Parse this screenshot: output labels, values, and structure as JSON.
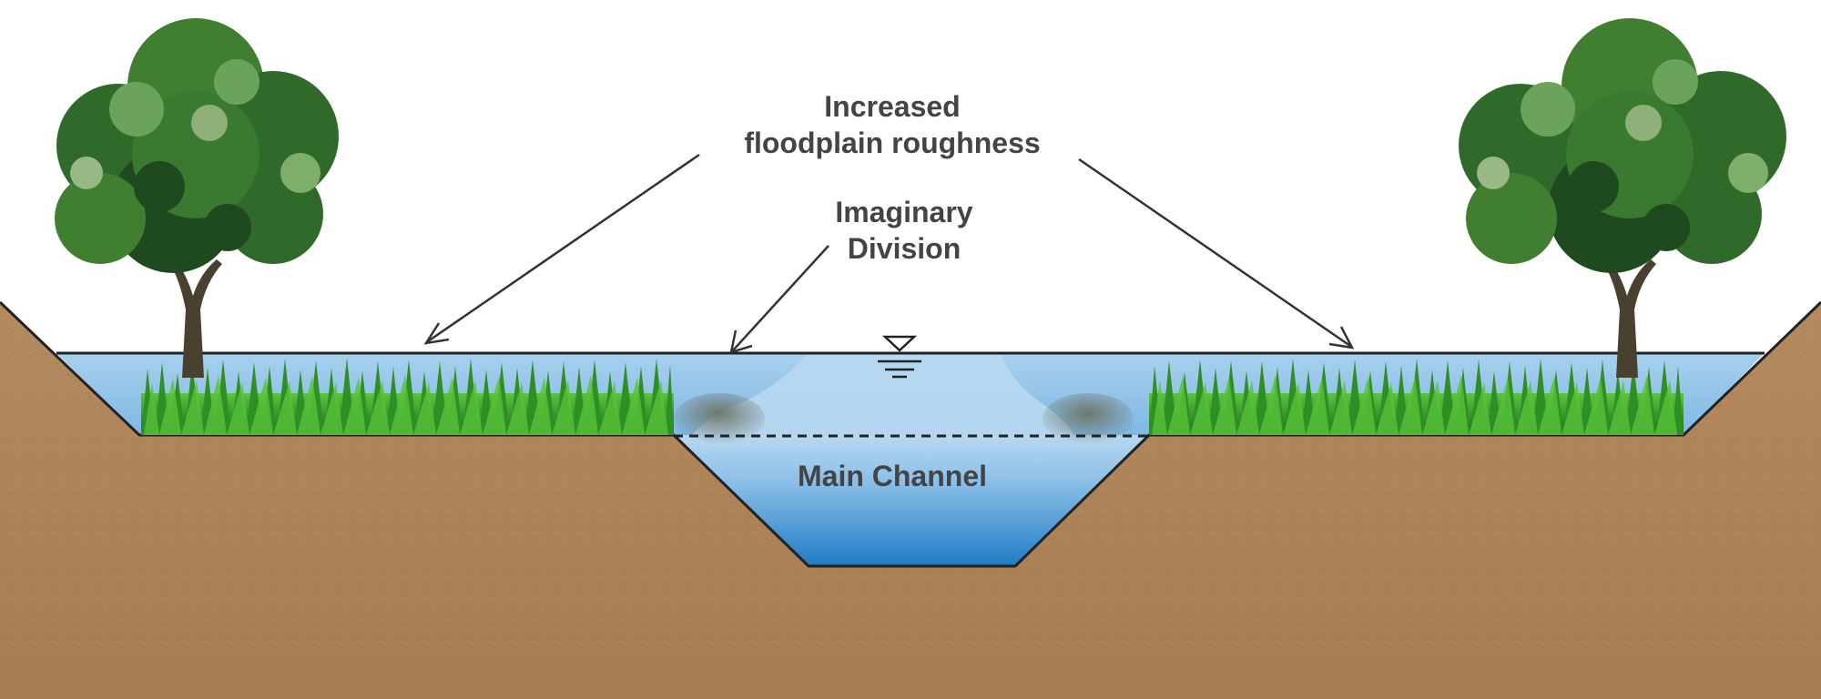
{
  "labels": {
    "floodplain_line1": "Increased",
    "floodplain_line2": "floodplain roughness",
    "division_line1": "Imaginary",
    "division_line2": "Division",
    "main_channel": "Main Channel"
  },
  "colors": {
    "soil": "#b0875c",
    "soil_dark": "#9e7650",
    "water_light": "#b8d8f0",
    "water_mid": "#8cc0e8",
    "water_deep": "#1f7cc4",
    "grass_dark": "#1f7a1f",
    "grass_light": "#4cc23a",
    "tree_dark": "#1f4a1f",
    "tree_mid": "#3f7f2f",
    "tree_light": "#6ca35a",
    "trunk": "#4a4030",
    "outline": "#222222",
    "text": "#444444"
  },
  "icons": {
    "water_level": "water-surface-triangle-icon",
    "trees": "tree-icon"
  }
}
